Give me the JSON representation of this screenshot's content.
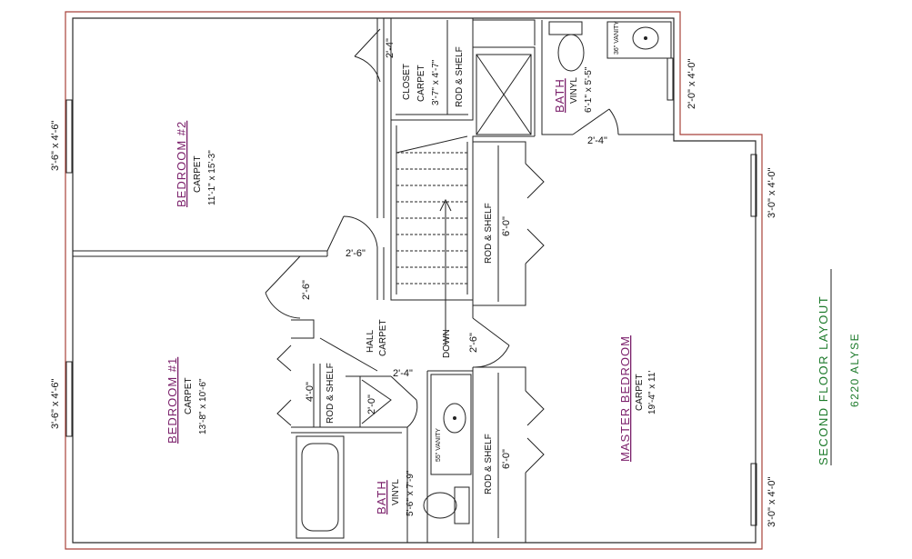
{
  "colors": {
    "exterior_wall": "#a8423a",
    "room_title": "#7a1f6a",
    "legend": "#1c7a2a",
    "line": "#222222"
  },
  "plan": {
    "title": "SECOND FLOOR LAYOUT",
    "plan_name": "6220 ALYSE"
  },
  "rooms": {
    "bedroom2": {
      "name": "BEDROOM #2",
      "finish": "CARPET",
      "size": "11'-1\" x 15'-3\""
    },
    "bedroom1": {
      "name": "BEDROOM #1",
      "finish": "CARPET",
      "size": "13'-8\" x 10'-6\""
    },
    "master": {
      "name": "MASTER BEDROOM",
      "finish": "CARPET",
      "size": "19'-4\" x 11'"
    },
    "closet": {
      "name": "CLOSET",
      "finish": "CARPET",
      "size": "3'-7\" x 4'-7\""
    },
    "bath_upper": {
      "name": "BATH",
      "finish": "VINYL",
      "size": "6'-1\" x 5'-5\""
    },
    "bath_lower": {
      "name": "BATH",
      "finish": "VINYL",
      "size": "5'-6\" x 7'-9\""
    },
    "hall": {
      "name": "HALL",
      "finish": "CARPET"
    }
  },
  "fixtures": {
    "rod_shelf": "ROD & SHELF",
    "vanity_36": "36\" VANITY",
    "vanity_55": "55\" VANITY",
    "stair_label": "DOWN"
  },
  "dimensions": {
    "closet_door": "2'-4\"",
    "bath_upper_door": "2'-4\"",
    "bedroom2_door": "2'-6\"",
    "bedroom1_door": "2'-6\"",
    "master_door": "2'-6\"",
    "hall_closet": "4'-0\"",
    "linen_closet": "2'-0\"",
    "bath_lower_door": "2'-4\"",
    "master_closet_upper": "6'-0\"",
    "master_closet_lower": "6'-0\"",
    "window_bedroom2": "3'-6\" x 4'-6\"",
    "window_bedroom1": "3'-6\" x 4'-6\"",
    "window_bath_upper": "2'-0\" x 4'-0\"",
    "window_master_upper": "3'-0\" x 4'-0\"",
    "window_master_lower": "3'-0\" x 4'-0\""
  }
}
